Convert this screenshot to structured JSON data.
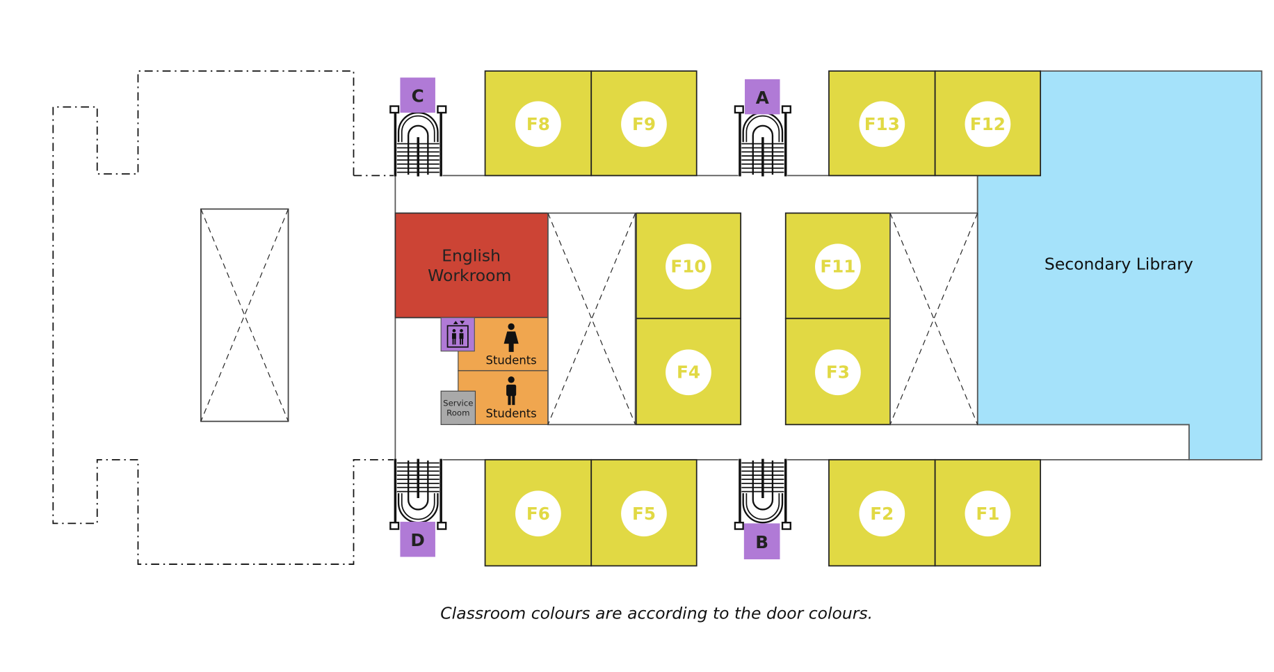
{
  "colors": {
    "classroom": "#e1d944",
    "classroom_label_circle": "#ffffff",
    "english_workroom": "#cc4435",
    "restroom": "#f0a64f",
    "library": "#a5e2fa",
    "door": "#b07ad6",
    "service_room": "#a9a9a9",
    "line": "#333333"
  },
  "classrooms": [
    {
      "id": "F8",
      "label": "F8"
    },
    {
      "id": "F9",
      "label": "F9"
    },
    {
      "id": "F13",
      "label": "F13"
    },
    {
      "id": "F12",
      "label": "F12"
    },
    {
      "id": "F10",
      "label": "F10"
    },
    {
      "id": "F4",
      "label": "F4"
    },
    {
      "id": "F11",
      "label": "F11"
    },
    {
      "id": "F3",
      "label": "F3"
    },
    {
      "id": "F6",
      "label": "F6"
    },
    {
      "id": "F5",
      "label": "F5"
    },
    {
      "id": "F2",
      "label": "F2"
    },
    {
      "id": "F1",
      "label": "F1"
    }
  ],
  "doors": [
    {
      "id": "C",
      "label": "C"
    },
    {
      "id": "A",
      "label": "A"
    },
    {
      "id": "D",
      "label": "D"
    },
    {
      "id": "B",
      "label": "B"
    }
  ],
  "rooms": {
    "english_workroom": {
      "line1": "English",
      "line2": "Workroom"
    },
    "library": "Secondary Library",
    "restroom_female": "Students",
    "restroom_male": "Students",
    "service_room": {
      "line1": "Service",
      "line2": "Room"
    }
  },
  "icons": {
    "elevator": "elevator-icon",
    "female": "female-restroom-icon",
    "male": "male-restroom-icon",
    "stairs": "stairs-icon"
  },
  "caption": "Classroom colours are according to the door colours."
}
